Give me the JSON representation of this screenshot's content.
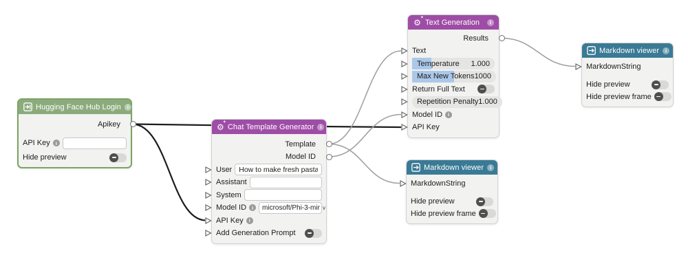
{
  "icons": {
    "gear": "⚙",
    "sparkle": "✦",
    "info": "i",
    "chevron_down": "∨"
  },
  "colors": {
    "hf_header_green": "#8cab7d",
    "hf_border_green": "#7aa463",
    "generator_purple": "#9e4da6",
    "viewer_teal": "#3a7a95",
    "edge_black": "#1c1c1c",
    "edge_gray": "#9d9d9d",
    "slider_fill_blue": "#abc8e9",
    "node_body": "#f2f2f1"
  },
  "nodes": {
    "hf_login": {
      "title": "Hugging Face Hub Login",
      "outputs": {
        "apikey": "Apikey"
      },
      "fields": {
        "api_key_label": "API Key",
        "api_key_value": "",
        "hide_preview_label": "Hide preview"
      }
    },
    "chat_template_generator": {
      "title": "Chat Template Generator",
      "outputs": {
        "template": "Template",
        "model_id": "Model ID"
      },
      "fields": {
        "user_label": "User",
        "user_value": "How to make fresh pasta?",
        "assistant_label": "Assistant",
        "assistant_value": "",
        "system_label": "System",
        "system_value": "",
        "model_id_label": "Model ID",
        "model_id_value": "microsoft/Phi-3-mir",
        "api_key_label": "API Key",
        "add_generation_prompt_label": "Add Generation Prompt"
      }
    },
    "text_generation": {
      "title": "Text Generation",
      "outputs": {
        "results": "Results"
      },
      "fields": {
        "text_label": "Text",
        "temperature_label": "Temperature",
        "temperature_value": "1.000",
        "max_new_tokens_label": "Max New Tokens",
        "max_new_tokens_value": "1000",
        "return_full_text_label": "Return Full Text",
        "repetition_penalty_label": "Repetition Penalty",
        "repetition_penalty_value": "1.000",
        "model_id_label": "Model ID",
        "api_key_label": "API Key"
      }
    },
    "markdown_viewer_top": {
      "title": "Markdown viewer",
      "fields": {
        "markdown_string_label": "MarkdownString",
        "hide_preview_label": "Hide preview",
        "hide_preview_frame_label": "Hide preview frame"
      }
    },
    "markdown_viewer_bottom": {
      "title": "Markdown viewer",
      "fields": {
        "markdown_string_label": "MarkdownString",
        "hide_preview_label": "Hide preview",
        "hide_preview_frame_label": "Hide preview frame"
      }
    }
  },
  "sliders": {
    "temperature_fill": "width:23%",
    "max_new_tokens_fill": "width:50%",
    "repetition_penalty_fill": "width:0%"
  },
  "edges": [
    {
      "from": "hf_login.apikey",
      "to": "chat_template_generator.api_key",
      "color": "#1c1c1c"
    },
    {
      "from": "hf_login.apikey",
      "to": "text_generation.api_key",
      "color": "#1c1c1c"
    },
    {
      "from": "chat_template_generator.template",
      "to": "text_generation.text",
      "color": "#9d9d9d"
    },
    {
      "from": "chat_template_generator.template",
      "to": "markdown_viewer_bottom.markdown_string",
      "color": "#9d9d9d"
    },
    {
      "from": "chat_template_generator.model_id",
      "to": "text_generation.model_id",
      "color": "#9d9d9d"
    },
    {
      "from": "text_generation.results",
      "to": "markdown_viewer_top.markdown_string",
      "color": "#9d9d9d"
    }
  ]
}
